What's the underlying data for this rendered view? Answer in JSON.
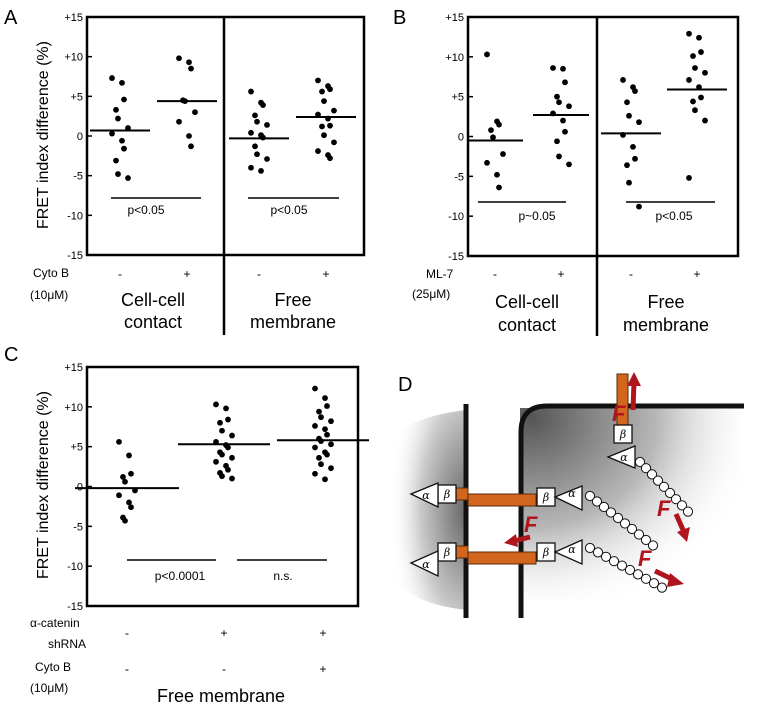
{
  "colors": {
    "axis": "#000000",
    "points": "#000000",
    "linker": "#d2661e",
    "force": "#b0141c",
    "shade": "#6e6e6e"
  },
  "chart_data": [
    {
      "panel": "A",
      "type": "scatter",
      "ylabel": "FRET index difference (%)",
      "ylim": [
        -15,
        15
      ],
      "yticks": [
        "+15",
        "+10",
        "+5",
        "0",
        "-5",
        "-10",
        "-15"
      ],
      "ytick_values": [
        15,
        10,
        5,
        0,
        -5,
        -10,
        -15
      ],
      "row_labels": [
        "Cyto B",
        "(10μM)"
      ],
      "conditions": [
        "-",
        "+",
        "-",
        "+"
      ],
      "groups": [
        "Cell-cell contact",
        "Free membrane"
      ],
      "significance": [
        "p<0.05",
        "p<0.05"
      ],
      "series": [
        {
          "values": [
            7.3,
            6.7,
            4.6,
            3.3,
            2.2,
            1.0,
            0.3,
            -0.6,
            -1.6,
            -3.1,
            -4.8,
            -5.3
          ]
        },
        {
          "values": [
            9.8,
            9.3,
            8.5,
            4.5,
            4.4,
            3.0,
            1.8,
            0.0,
            -1.3
          ]
        },
        {
          "values": [
            5.6,
            4.2,
            3.9,
            2.6,
            1.8,
            1.4,
            0.4,
            0.1,
            -0.2,
            -1.3,
            -2.3,
            -2.9,
            -4.0,
            -4.4
          ]
        },
        {
          "values": [
            7.0,
            6.3,
            5.9,
            5.6,
            4.4,
            3.2,
            2.7,
            2.2,
            1.3,
            1.2,
            0.1,
            -0.8,
            -1.9,
            -2.4,
            -2.8
          ]
        }
      ],
      "means": [
        0.7,
        4.4,
        -0.3,
        2.4
      ]
    },
    {
      "panel": "B",
      "type": "scatter",
      "ylim": [
        -15,
        15
      ],
      "yticks": [
        "+15",
        "+10",
        "+5",
        "0",
        "-5",
        "-10",
        "-15"
      ],
      "ytick_values": [
        15,
        10,
        5,
        0,
        -5,
        -10,
        -15
      ],
      "row_labels": [
        "ML-7",
        "(25μM)"
      ],
      "conditions": [
        "-",
        "+",
        "-",
        "+"
      ],
      "groups": [
        "Cell-cell contact",
        "Free membrane"
      ],
      "significance": [
        "p~0.05",
        "p<0.05"
      ],
      "series": [
        {
          "values": [
            10.3,
            1.9,
            1.5,
            0.8,
            -0.1,
            -2.2,
            -3.3,
            -4.8,
            -6.4
          ]
        },
        {
          "values": [
            8.6,
            8.5,
            6.8,
            5.0,
            4.3,
            3.8,
            2.9,
            2.0,
            0.6,
            -0.6,
            -2.5,
            -3.5
          ]
        },
        {
          "values": [
            7.1,
            6.2,
            5.7,
            4.3,
            2.6,
            1.8,
            0.2,
            -1.3,
            -2.8,
            -3.6,
            -5.8,
            -8.8
          ]
        },
        {
          "values": [
            12.9,
            12.4,
            10.6,
            10.1,
            8.6,
            8.0,
            7.1,
            6.2,
            4.9,
            4.4,
            3.3,
            2.0,
            -5.2
          ]
        }
      ],
      "means": [
        -0.5,
        2.7,
        0.4,
        5.9
      ]
    },
    {
      "panel": "C",
      "type": "scatter",
      "ylabel": "FRET index difference (%)",
      "ylim": [
        -15,
        15
      ],
      "yticks": [
        "+15",
        "+10",
        "+5",
        "0",
        "-5",
        "-10",
        "-15"
      ],
      "ytick_values": [
        15,
        10,
        5,
        0,
        -5,
        -10,
        -15
      ],
      "row_labels_1": [
        "α-catenin",
        "shRNA"
      ],
      "row_labels_2": [
        "Cyto B",
        "(10μM)"
      ],
      "conditions_1": [
        "-",
        "+",
        "+"
      ],
      "conditions_2": [
        "-",
        "-",
        "+"
      ],
      "group": "Free membrane",
      "significance": [
        "p<0.0001",
        "n.s."
      ],
      "series": [
        {
          "values": [
            5.6,
            3.9,
            1.6,
            1.2,
            0.6,
            -0.5,
            -1.1,
            -2.0,
            -2.6,
            -3.9,
            -4.3
          ]
        },
        {
          "values": [
            10.3,
            9.8,
            8.4,
            8.0,
            7.0,
            6.4,
            5.6,
            5.2,
            4.9,
            4.3,
            4.0,
            3.6,
            3.1,
            2.6,
            2.1,
            1.7,
            1.3,
            1.0
          ]
        },
        {
          "values": [
            12.3,
            11.1,
            10.1,
            9.4,
            8.7,
            8.2,
            7.6,
            7.2,
            6.5,
            6.0,
            5.7,
            5.3,
            4.9,
            4.3,
            4.0,
            3.6,
            2.8,
            2.3,
            1.6,
            0.9
          ]
        }
      ],
      "means": [
        -0.2,
        5.3,
        5.8
      ]
    }
  ],
  "diagram": {
    "panel": "D",
    "alpha": "α",
    "beta": "β",
    "force": "F"
  }
}
